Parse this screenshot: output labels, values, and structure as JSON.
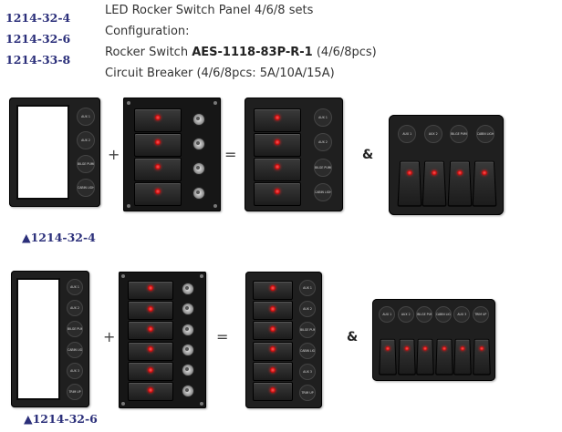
{
  "models": [
    "1214-32-4",
    "1214-32-6",
    "1214-33-8"
  ],
  "description": {
    "title": "LED Rocker Switch Panel 4/6/8 sets",
    "configuration_label": "Configuration:",
    "rocker_prefix": "Rocker Switch ",
    "rocker_model": "AES-1118-83P-R-1",
    "rocker_suffix": " (4/6/8pcs)",
    "breaker_line": "Circuit Breaker (4/6/8pcs: 5A/10A/15A)"
  },
  "operators": {
    "plus": "+",
    "equals": "=",
    "and": "&"
  },
  "row1": {
    "caption": "▲1214-32-4",
    "labels": [
      "AUX 1",
      "AUX 2",
      "BILGE PUMP",
      "CABIN LIGHT"
    ]
  },
  "row2": {
    "caption": "▲1214-32-6",
    "labels": [
      "AUX 1",
      "AUX 2",
      "BILGE PUMP",
      "CABIN LIGHT",
      "AUX 3",
      "TRIM UP"
    ],
    "top_labels": [
      "AUX 1",
      "AUX 2",
      "BILGE PUMP",
      "CABIN LIGHT",
      "AUX 3",
      "TRIM UP"
    ]
  },
  "colors": {
    "link": "#2b2f7a",
    "led": "#e01010",
    "panel": "#1f1f1f"
  }
}
